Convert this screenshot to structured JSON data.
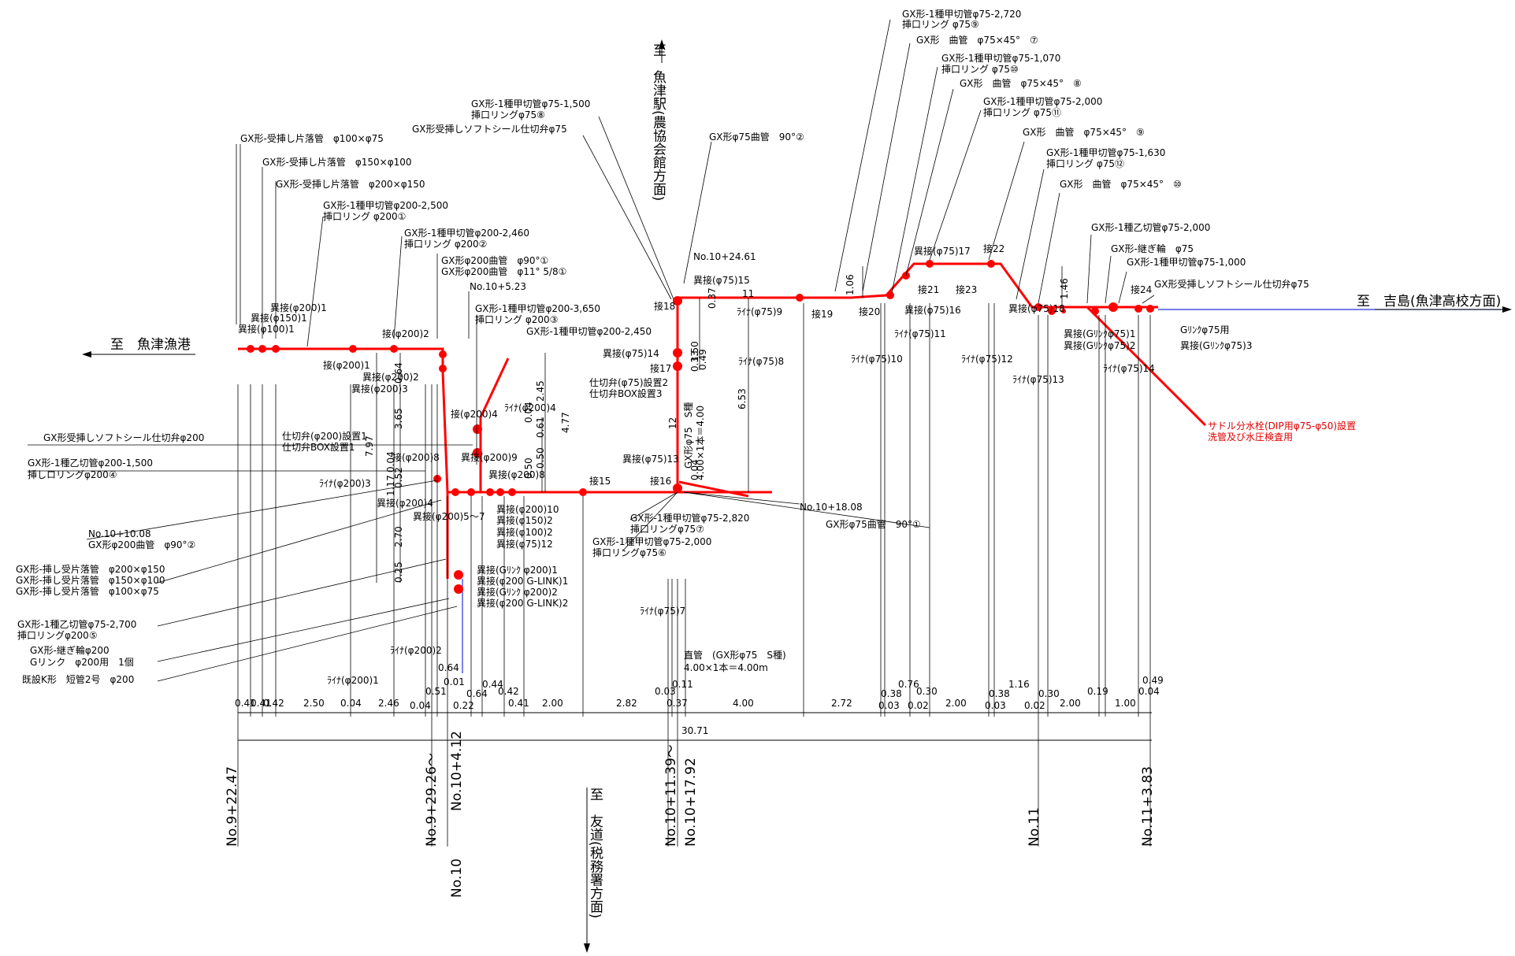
{
  "colors": {
    "pipe": "#ff0000",
    "existing": "#2030e0",
    "note_red": "#e00000"
  },
  "directions": {
    "west": "至　魚津漁港",
    "east": "至　吉島(魚津高校方面)",
    "north": "至　魚津駅(農協会館方面)",
    "south": "至　友道(税務署方面)"
  },
  "stations": [
    "No.9+22.47",
    "No.9+29.26〜",
    "No.10",
    "No.10+4.12",
    "No.10+11.39〜",
    "No.10+17.92",
    "No.11",
    "No.11+3.83"
  ],
  "bottom_dims": [
    "0.41",
    "0.41",
    "0.42",
    "2.50",
    "0.04",
    "2.46",
    "0.04",
    "0.22",
    "0.64",
    "0.41",
    "2.00",
    "2.82",
    "0.37",
    "4.00",
    "2.72",
    "0.03",
    "0.02",
    "2.00",
    "0.03",
    "0.02",
    "2.00",
    "1.00"
  ],
  "bottom_dims_upper": [
    "0.51",
    "0.01",
    "0.64",
    "0.44",
    "0.42",
    "0.03",
    "0.11",
    "0.38",
    "0.76",
    "0.30",
    "0.38",
    "1.16",
    "0.30",
    "0.19",
    "0.04",
    "0.49"
  ],
  "total_length": "30.71",
  "vertical_dims": [
    "0.64",
    "3.65",
    "7.97",
    "0.04",
    "0.52",
    "1.17",
    "2.70",
    "0.25",
    "2.45",
    "4.77",
    "0.04",
    "0.61",
    "0.50",
    "0.50",
    "1.50",
    "0.49",
    "0.33",
    "6.53",
    "12",
    "1.06",
    "1.46",
    "0.37",
    "11",
    "0.04"
  ],
  "top_callouts": [
    "GX形-1種甲切管φ75-2,720",
    "挿口リング φ75⑨",
    "GX形　曲管　φ75×45°　⑦",
    "GX形-1種甲切管φ75-1,070",
    "挿口リング φ75⑩",
    "GX形　曲管　φ75×45°　⑧",
    "GX形-1種甲切管φ75-2,000",
    "挿口リング φ75⑪",
    "GX形　曲管　φ75×45°　⑨",
    "GX形-1種甲切管φ75-1,630",
    "挿口リング φ75⑫",
    "GX形　曲管　φ75×45°　⑩",
    "GX形-1種乙切管φ75-2,000",
    "GX形-継ぎ輪　φ75",
    "GX形-1種甲切管φ75-1,000",
    "GX形受挿しソフトシール仕切弁φ75",
    "GX形φ75曲管　90°②",
    "GX形-1種甲切管φ75-1,500",
    "挿口リングφ75⑧",
    "GX形受挿しソフトシール仕切弁φ75",
    "GX形-受挿し片落管　φ100×φ75",
    "GX形-受挿し片落管　φ150×φ100",
    "GX形-受挿し片落管　φ200×φ150",
    "GX形-1種甲切管φ200-2,500",
    "挿口リング φ200①",
    "GX形-1種甲切管φ200-2,460",
    "挿口リング φ200②",
    "GX形φ200曲管　φ90°①",
    "GX形φ200曲管　φ11° 5/8①",
    "No.10+5.23",
    "GX形-1種甲切管φ200-3,650",
    "挿口リング φ200③",
    "GX形-1種甲切管φ200-2,450",
    "No.10+24.61"
  ],
  "left_callouts": [
    "GX形受挿しソフトシール仕切弁φ200",
    "GX形-1種乙切管φ200-1,500",
    "挿しロリングφ200④",
    "No.10+10.08",
    "GX形φ200曲管　φ90°②",
    "GX形-挿し受片落管　φ200×φ150",
    "GX形-挿し受片落管　φ150×φ100",
    "GX形-挿し受片落管　φ100×φ75",
    "GX形-1種乙切管φ75-2,700",
    "挿口リングφ200⑤",
    "GX形-継ぎ輪φ200",
    "Gリンク　φ200用　1個",
    "既設K形　短管2号　φ200"
  ],
  "joint_labels": [
    "異接(φ200)1",
    "異接(φ150)1",
    "異接(φ100)1",
    "接(φ200)2",
    "接(φ200)1",
    "異接(φ200)2",
    "異接(φ200)3",
    "接(φ200)4",
    "ﾗｲﾅ(φ200)4",
    "異接(φ200)9",
    "接(φ200)8",
    "異接(φ200)8",
    "ﾗｲﾅ(φ200)3",
    "異接(φ200)4",
    "異接(φ200)5〜7",
    "異接(φ200)10",
    "異接(φ150)2",
    "異接(φ100)2",
    "異接(φ75)12",
    "仕切弁(φ200)設置1",
    "仕切弁BOX設置1",
    "異接(Gﾘﾝｸ φ200)1",
    "異接(φ200 G-LINK)1",
    "異接(Gﾘﾝｸ φ200)2",
    "異接(φ200 G-LINK)2",
    "ﾗｲﾅ(φ200)2",
    "ﾗｲﾅ(φ200)1",
    "接18",
    "異接(φ75)15",
    "ﾗｲﾅ(φ75)9",
    "接19",
    "接20",
    "異接(φ75)14",
    "接17",
    "仕切弁(φ75)設置2",
    "仕切弁BOX設置3",
    "ﾗｲﾅ(φ75)8",
    "異接(φ75)13",
    "接15",
    "接16",
    "ﾗｲﾅ(φ75)7",
    "異接(φ75)17",
    "接21",
    "接22",
    "異接(φ75)16",
    "ﾗｲﾅ(φ75)11",
    "ﾗｲﾅ(φ75)10",
    "接23",
    "異接(φ75)18",
    "ﾗｲﾅ(φ75)12",
    "ﾗｲﾅ(φ75)13",
    "接24",
    "異接(Gﾘﾝｸφ75)1",
    "異接(Gﾘﾝｸφ75)2",
    "ﾗｲﾅ(φ75)14",
    "Gﾘﾝｸφ75用",
    "異接(Gﾘﾝｸφ75)3"
  ],
  "mid_callouts": [
    "No.10+18.08",
    "GX形φ75曲管　90°①",
    "GX形-1種甲切管φ75-2,820",
    "挿口リングφ75⑦",
    "GX形-1種甲切管φ75-2,000",
    "挿口リングφ75⑥",
    "GX形φ75　S種",
    "4.00×1本＝4.00",
    "直管　(GX形φ75　S種)",
    "4.00×1本＝4.00m"
  ],
  "red_note": [
    "サドル分水栓(DIP用φ75-φ50)設置",
    "洗管及び水圧検査用"
  ]
}
